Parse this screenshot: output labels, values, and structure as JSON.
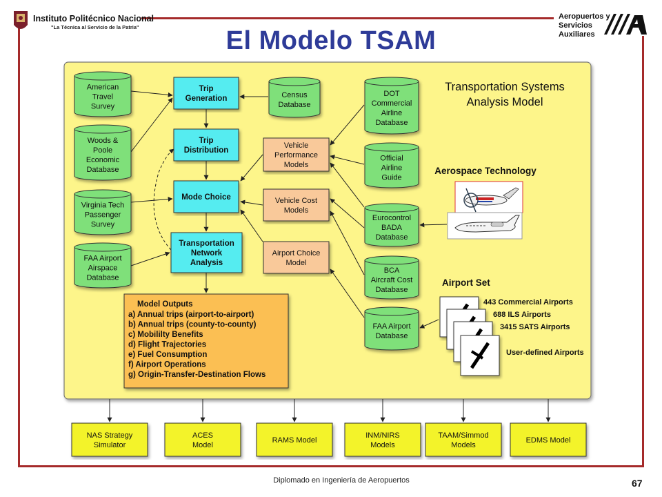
{
  "header": {
    "institution": "Instituto Politécnico Nacional",
    "motto": "\"La Técnica al Servicio de la Patria\"",
    "dept_line1": "Aeropuertos y",
    "dept_line2": "Servicios",
    "dept_line3": "Auxiliares"
  },
  "title": "El Modelo TSAM",
  "footer": {
    "course": "Diplomado en Ingeniería de Aeropuertos",
    "page_number": "67"
  },
  "colors": {
    "panel": "#fdf58a",
    "green": "#7fe07a",
    "cyan": "#55ecf0",
    "peach": "#f9c99a",
    "orange": "#fbbf52",
    "yellow_out": "#f3f32a",
    "frame": "#a52a2a",
    "title": "#2e3b98"
  },
  "diagram": {
    "heading_line1": "Transportation Systems",
    "heading_line2": "Analysis Model",
    "aerospace_label": "Aerospace Technology",
    "airport_set_label": "Airport Set",
    "airport_items": [
      "443 Commercial Airports",
      "688 ILS Airports",
      "3415 SATS Airports",
      "User-defined Airports"
    ],
    "left_databases": [
      {
        "id": "american",
        "lines": [
          "American",
          "Travel",
          "Survey"
        ]
      },
      {
        "id": "woods",
        "lines": [
          "Woods &",
          "Poole",
          "Economic",
          "Database"
        ]
      },
      {
        "id": "virginia",
        "lines": [
          "Virginia Tech",
          "Passenger",
          "Survey"
        ]
      },
      {
        "id": "faa-airspace",
        "lines": [
          "FAA Airport",
          "Airspace",
          "Database"
        ]
      }
    ],
    "census": [
      "Census",
      "Database"
    ],
    "right_databases": [
      {
        "id": "dot",
        "lines": [
          "DOT",
          "Commercial",
          "Airline",
          "Database"
        ]
      },
      {
        "id": "oag",
        "lines": [
          "Official",
          "Airline",
          "Guide"
        ]
      },
      {
        "id": "bada",
        "lines": [
          "Eurocontrol",
          "BADA",
          "Database"
        ]
      },
      {
        "id": "bca",
        "lines": [
          "BCA",
          "Aircraft Cost",
          "Database"
        ]
      },
      {
        "id": "faa-airport",
        "lines": [
          "FAA Airport",
          "Database"
        ]
      }
    ],
    "process_boxes": [
      {
        "id": "trip-generation",
        "lines": [
          "Trip",
          "Generation"
        ]
      },
      {
        "id": "trip-distribution",
        "lines": [
          "Trip",
          "Distribution"
        ]
      },
      {
        "id": "mode-choice",
        "lines": [
          "Mode Choice"
        ]
      },
      {
        "id": "network-analysis",
        "lines": [
          "Transportation",
          "Network",
          "Analysis"
        ]
      }
    ],
    "model_boxes": [
      {
        "id": "vehicle-performance",
        "lines": [
          "Vehicle",
          "Performance",
          "Models"
        ]
      },
      {
        "id": "vehicle-cost",
        "lines": [
          "Vehicle Cost",
          "Models"
        ]
      },
      {
        "id": "airport-choice",
        "lines": [
          "Airport Choice",
          "Model"
        ]
      }
    ],
    "outputs_title": "Model Outputs",
    "outputs": [
      "a) Annual trips (airport-to-airport)",
      "b) Annual trips (county-to-county)",
      "c) Mobililty Benefits",
      "d) Flight Trajectories",
      "e) Fuel Consumption",
      "f) Airport Operations",
      "g) Origin-Transfer-Destination Flows"
    ],
    "external_models": [
      {
        "id": "nas",
        "lines": [
          "NAS Strategy",
          "Simulator"
        ]
      },
      {
        "id": "aces",
        "lines": [
          "ACES",
          "Model"
        ]
      },
      {
        "id": "rams",
        "lines": [
          "RAMS Model"
        ]
      },
      {
        "id": "inm",
        "lines": [
          "INM/NIRS",
          "Models"
        ]
      },
      {
        "id": "taam",
        "lines": [
          "TAAM/Simmod",
          "Models"
        ]
      },
      {
        "id": "edms",
        "lines": [
          "EDMS Model"
        ]
      }
    ]
  }
}
